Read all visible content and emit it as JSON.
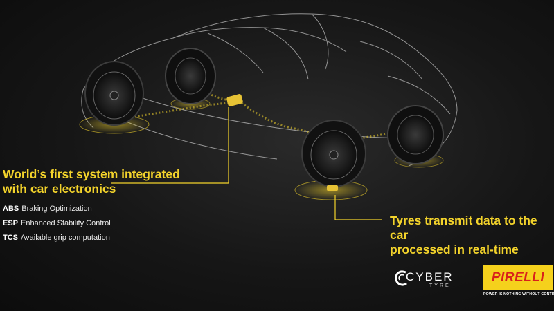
{
  "headline": {
    "line1": "World’s first system integrated",
    "line2": "with car electronics"
  },
  "features": [
    {
      "abbr": "ABS",
      "text": "Braking Optimization"
    },
    {
      "abbr": "ESP",
      "text": "Enhanced Stability Control"
    },
    {
      "abbr": "TCS",
      "text": "Available grip computation"
    }
  ],
  "callout": {
    "line1": "Tyres transmit data to the car",
    "line2": "processed in real-time"
  },
  "branding": {
    "cyber_word": "CYBER",
    "cyber_sub": "TYRE",
    "pirelli_word": "PIRELLI",
    "tagline": "POWER IS NOTHING WITHOUT CONTROL"
  },
  "colors": {
    "accent": "#f3d32b",
    "background": "#161616",
    "pirelli_yellow": "#f5d11c",
    "pirelli_red": "#d9201b"
  },
  "icons": [
    "car-wireframe",
    "tyre-sensor",
    "data-stream",
    "cyber-tyre-logo",
    "pirelli-logo"
  ]
}
